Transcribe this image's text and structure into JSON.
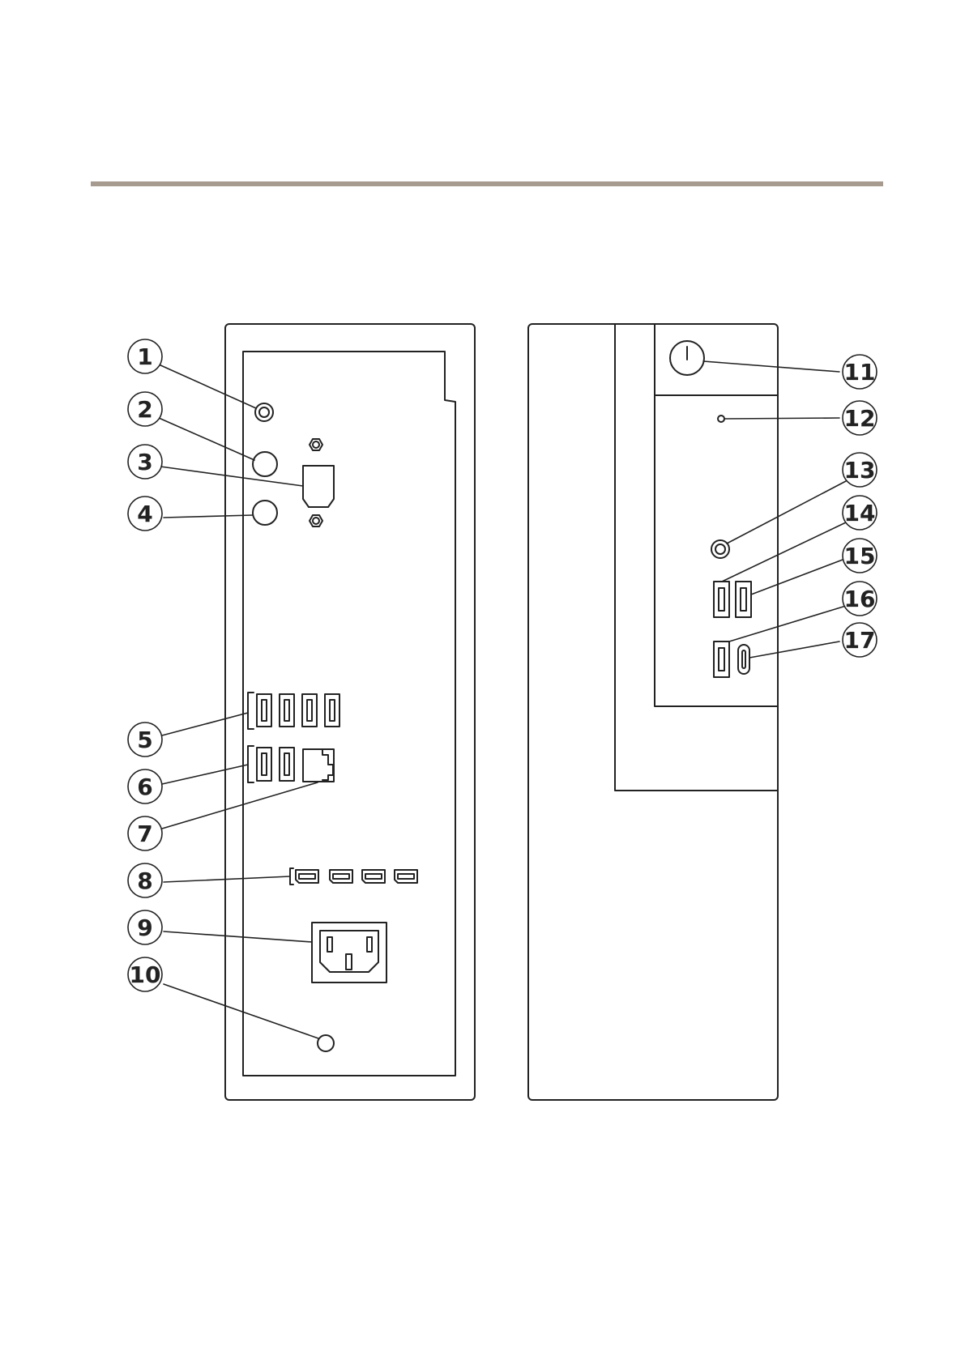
{
  "colors": {
    "rule": "#a79a8f",
    "line": "#222222",
    "background": "#ffffff"
  },
  "callouts": [
    {
      "id": "1",
      "label": "1"
    },
    {
      "id": "2",
      "label": "2"
    },
    {
      "id": "3",
      "label": "3"
    },
    {
      "id": "4",
      "label": "4"
    },
    {
      "id": "5",
      "label": "5"
    },
    {
      "id": "6",
      "label": "6"
    },
    {
      "id": "7",
      "label": "7"
    },
    {
      "id": "8",
      "label": "8"
    },
    {
      "id": "9",
      "label": "9"
    },
    {
      "id": "10",
      "label": "10"
    },
    {
      "id": "11",
      "label": "11"
    },
    {
      "id": "12",
      "label": "12"
    },
    {
      "id": "13",
      "label": "13"
    },
    {
      "id": "14",
      "label": "14"
    },
    {
      "id": "15",
      "label": "15"
    },
    {
      "id": "16",
      "label": "16"
    },
    {
      "id": "17",
      "label": "17"
    }
  ],
  "icons": {
    "line_out": "audio-jack-icon",
    "serial": "serial-port-icon",
    "usb": "usb-a-port-icon",
    "usb_c": "usb-c-port-icon",
    "network": "rj45-port-icon",
    "display": "displayport-icon",
    "power": "power-connector-icon",
    "power_button": "power-button-icon"
  }
}
